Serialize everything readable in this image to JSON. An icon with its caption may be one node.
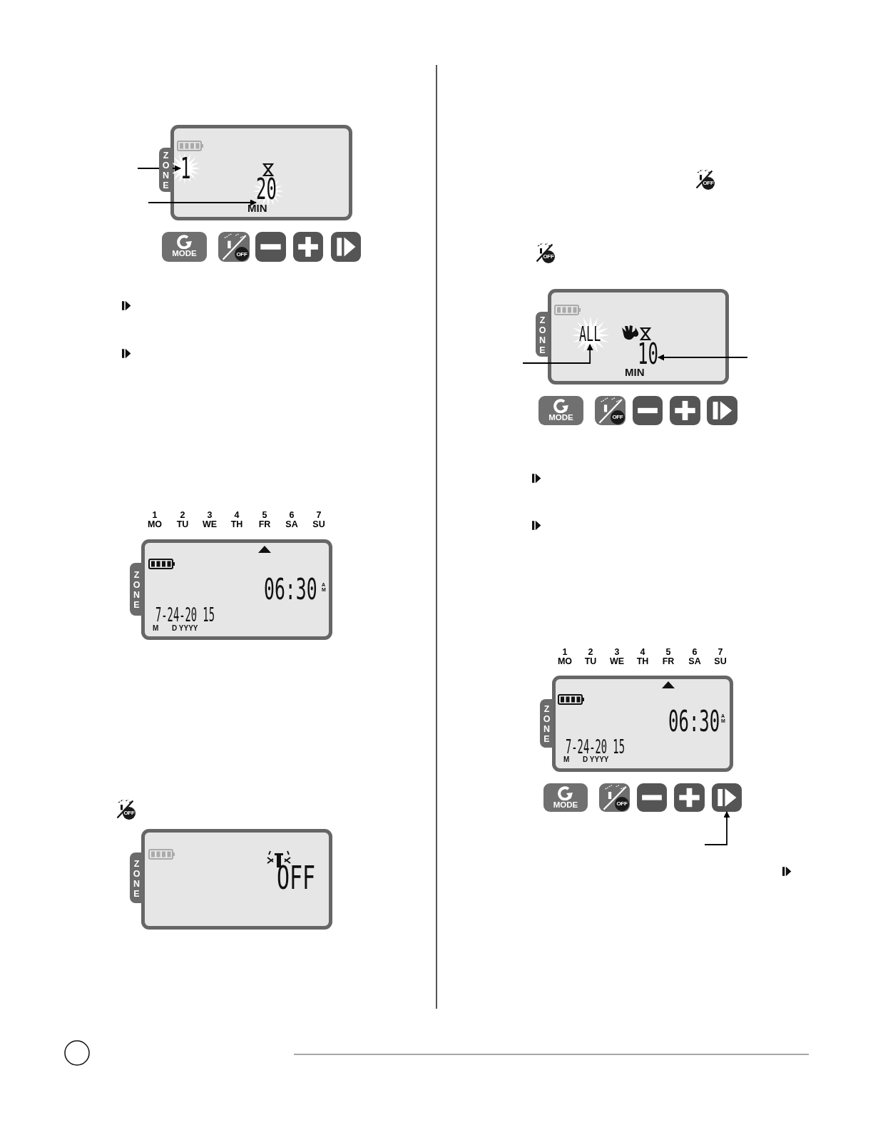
{
  "diagram": {
    "nodes": [
      {
        "text": [
          "MIN"
        ]
      },
      {
        "text": [
          "1"
        ],
        "in": 0
      },
      {
        "text": [
          "20"
        ],
        "in": 0
      },
      {
        "text": [
          "ZONE"
        ]
      },
      {
        "text": [
          "MODE"
        ]
      },
      {
        "text": [
          "MIN"
        ]
      },
      {
        "text": [
          "ALL"
        ],
        "in": 5
      },
      {
        "text": [
          "10"
        ],
        "in": 5
      },
      {
        "text": [
          "ZONE"
        ]
      },
      {
        "text": [
          "MODE"
        ]
      },
      {
        "text": [
          "06:30",
          "AM",
          "7-24-20 15",
          "M",
          "D YYYY"
        ]
      },
      {
        "text": [
          "ZONE"
        ]
      },
      {
        "text": [
          "OFF"
        ]
      },
      {
        "text": [
          "ZONE"
        ]
      },
      {
        "text": [
          "06:30",
          "AM",
          "7-24-20 15",
          "M",
          "D YYYY"
        ]
      },
      {
        "text": [
          "ZONE"
        ]
      },
      {
        "text": [
          "MODE"
        ]
      },
      {
        "text": [],
        "shape": "box"
      }
    ],
    "edges": [
      {
        "from": null,
        "to": 1,
        "arrow": "to"
      },
      {
        "from": null,
        "to": 2,
        "arrow": "to"
      },
      {
        "from": null,
        "to": 6,
        "arrow": "to"
      },
      {
        "from": null,
        "to": 7,
        "arrow": "to"
      },
      {
        "from": null,
        "to": 17,
        "arrow": "to"
      }
    ],
    "labels": [
      "OFF",
      "1 MO",
      "2 TU",
      "3 WE",
      "4 TH",
      "5 FR",
      "6 SA",
      "7 SU",
      "OFF",
      "OFF",
      "OFF",
      "OFF",
      "1 MO",
      "2 TU",
      "3 WE",
      "4 TH",
      "5 FR",
      "6 SA",
      "7 SU",
      "OFF"
    ]
  }
}
